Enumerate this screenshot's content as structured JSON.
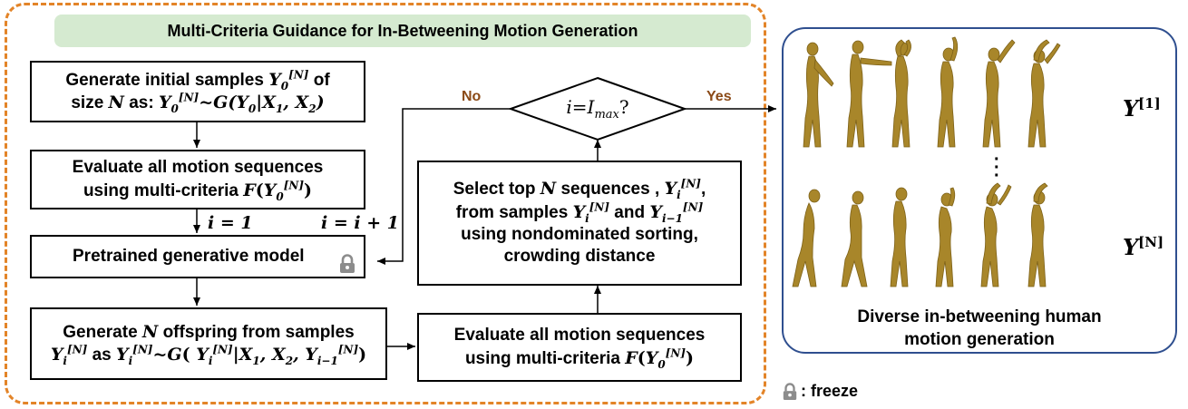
{
  "title": "Multi-Criteria Guidance for In-Betweening Motion Generation",
  "boxes": {
    "generate_initial_1": "Generate initial samples ",
    "generate_initial_2": " of",
    "generate_initial_3": "size ",
    "generate_initial_4": " as: ",
    "evaluate_left_1": "Evaluate all motion sequences",
    "evaluate_left_2": "using multi-criteria ",
    "pretrained": "Pretrained generative model",
    "offspring_1": "Generate ",
    "offspring_2": " offspring from samples",
    "offspring_3": " as ",
    "evaluate_mid_1": "Evaluate all motion sequences",
    "evaluate_mid_2": "using multi-criteria ",
    "select_1": "Select top ",
    "select_2": " sequences , ",
    "select_3": "from samples ",
    "select_4": " and ",
    "select_5": "using nondominated sorting,",
    "select_6": "crowding distance"
  },
  "decision": {
    "condition": "i=I",
    "sub": "max",
    "suffix": "?"
  },
  "labels": {
    "no": "No",
    "yes": "Yes",
    "i_init": "i = 1",
    "i_incr": "i = i + 1"
  },
  "output": {
    "top_label": "Y",
    "top_sup": "[1]",
    "bottom_label": "Y",
    "bottom_sup": "[N]",
    "caption_1": "Diverse in-betweening human",
    "caption_2": "motion generation"
  },
  "legend": {
    "text": ": freeze",
    "icon": "lock-icon"
  },
  "colors": {
    "dashed_border": "#e38428",
    "banner": "#d5ead0",
    "panel_border": "#2f4f8f",
    "figure": "#a8862a",
    "label": "#8b4a17",
    "lock": "#8c8c8c"
  }
}
